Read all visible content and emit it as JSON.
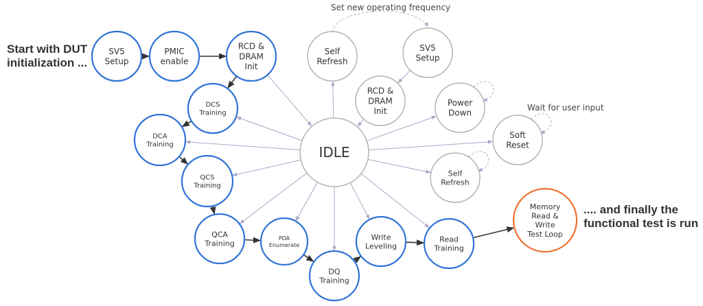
{
  "annotations": {
    "start": "Start with DUT initialization ...",
    "end": ".... and finally the functional test is run",
    "frequency": "Set new operating frequency",
    "wait": "Wait for user input"
  },
  "colors": {
    "init_stroke": "#2f73d6",
    "idle_stroke": "#b3b3b3",
    "final_stroke": "#f07030",
    "arrow_gray": "#a8a8c8",
    "arrow_dark": "#333333"
  },
  "nodes": [
    {
      "id": "sv5_setup",
      "lines": [
        "SV5",
        "Setup"
      ],
      "group": "init"
    },
    {
      "id": "pmic_enable",
      "lines": [
        "PMIC",
        "enable"
      ],
      "group": "init"
    },
    {
      "id": "rcd_dram_init",
      "lines": [
        "RCD &",
        "DRAM",
        "Init"
      ],
      "group": "init"
    },
    {
      "id": "dcs_training",
      "lines": [
        "DCS",
        "Training"
      ],
      "group": "init"
    },
    {
      "id": "dca_training",
      "lines": [
        "DCA",
        "Training"
      ],
      "group": "init"
    },
    {
      "id": "qcs_training",
      "lines": [
        "QCS",
        "Training"
      ],
      "group": "init"
    },
    {
      "id": "qca_training",
      "lines": [
        "QCA",
        "Training"
      ],
      "group": "init"
    },
    {
      "id": "pda_enumerate",
      "lines": [
        "PDA",
        "Enumerate"
      ],
      "group": "init"
    },
    {
      "id": "dq_training",
      "lines": [
        "DQ",
        "Training"
      ],
      "group": "init"
    },
    {
      "id": "write_leveling",
      "lines": [
        "Write",
        "Leveling"
      ],
      "group": "init"
    },
    {
      "id": "read_training",
      "lines": [
        "Read",
        "Training"
      ],
      "group": "init"
    },
    {
      "id": "memory_test",
      "lines": [
        "Memory",
        "Read &",
        "Write",
        "Test Loop"
      ],
      "group": "final"
    },
    {
      "id": "idle",
      "lines": [
        "IDLE"
      ],
      "group": "idle"
    },
    {
      "id": "self_refresh_top",
      "lines": [
        "Self",
        "Refresh"
      ],
      "group": "state"
    },
    {
      "id": "sv5_setup_2",
      "lines": [
        "SV5",
        "Setup"
      ],
      "group": "state"
    },
    {
      "id": "rcd_dram_init_2",
      "lines": [
        "RCD &",
        "DRAM",
        "Init"
      ],
      "group": "state"
    },
    {
      "id": "power_down",
      "lines": [
        "Power",
        "Down"
      ],
      "group": "state"
    },
    {
      "id": "soft_reset",
      "lines": [
        "Soft",
        "Reset"
      ],
      "group": "state"
    },
    {
      "id": "self_refresh_bottom",
      "lines": [
        "Self",
        "Refresh"
      ],
      "group": "state"
    }
  ],
  "edges": [
    {
      "from": "sv5_setup",
      "to": "pmic_enable",
      "style": "dark"
    },
    {
      "from": "pmic_enable",
      "to": "rcd_dram_init",
      "style": "dark"
    },
    {
      "from": "rcd_dram_init",
      "to": "dcs_training",
      "style": "dark"
    },
    {
      "from": "dcs_training",
      "to": "dca_training",
      "style": "dark"
    },
    {
      "from": "dca_training",
      "to": "qcs_training",
      "style": "dark"
    },
    {
      "from": "qcs_training",
      "to": "qca_training",
      "style": "dark"
    },
    {
      "from": "qca_training",
      "to": "pda_enumerate",
      "style": "dark"
    },
    {
      "from": "pda_enumerate",
      "to": "dq_training",
      "style": "dark"
    },
    {
      "from": "dq_training",
      "to": "write_leveling",
      "style": "dark"
    },
    {
      "from": "write_leveling",
      "to": "read_training",
      "style": "dark"
    },
    {
      "from": "read_training",
      "to": "memory_test",
      "style": "dark"
    },
    {
      "from": "rcd_dram_init",
      "to": "idle",
      "style": "gray"
    },
    {
      "from": "idle",
      "to": "self_refresh_top",
      "style": "gray"
    },
    {
      "from": "idle",
      "to": "dcs_training",
      "style": "gray"
    },
    {
      "from": "idle",
      "to": "dca_training",
      "style": "gray"
    },
    {
      "from": "idle",
      "to": "qcs_training",
      "style": "gray"
    },
    {
      "from": "idle",
      "to": "qca_training",
      "style": "gray"
    },
    {
      "from": "idle",
      "to": "pda_enumerate",
      "style": "gray"
    },
    {
      "from": "idle",
      "to": "dq_training",
      "style": "gray"
    },
    {
      "from": "idle",
      "to": "write_leveling",
      "style": "gray"
    },
    {
      "from": "idle",
      "to": "read_training",
      "style": "gray"
    },
    {
      "from": "idle",
      "to": "power_down",
      "style": "gray"
    },
    {
      "from": "idle",
      "to": "soft_reset",
      "style": "gray"
    },
    {
      "from": "idle",
      "to": "self_refresh_bottom",
      "style": "gray"
    },
    {
      "from": "sv5_setup_2",
      "to": "rcd_dram_init_2",
      "style": "gray"
    },
    {
      "from": "rcd_dram_init_2",
      "to": "idle",
      "style": "gray"
    }
  ],
  "loops": [
    {
      "node": "self_refresh_top",
      "to": "sv5_setup_2",
      "kind": "arc-dashed"
    },
    {
      "node": "power_down",
      "kind": "self-dashed"
    },
    {
      "node": "soft_reset",
      "kind": "self-dashed"
    },
    {
      "node": "self_refresh_bottom",
      "kind": "self-dashed"
    }
  ]
}
